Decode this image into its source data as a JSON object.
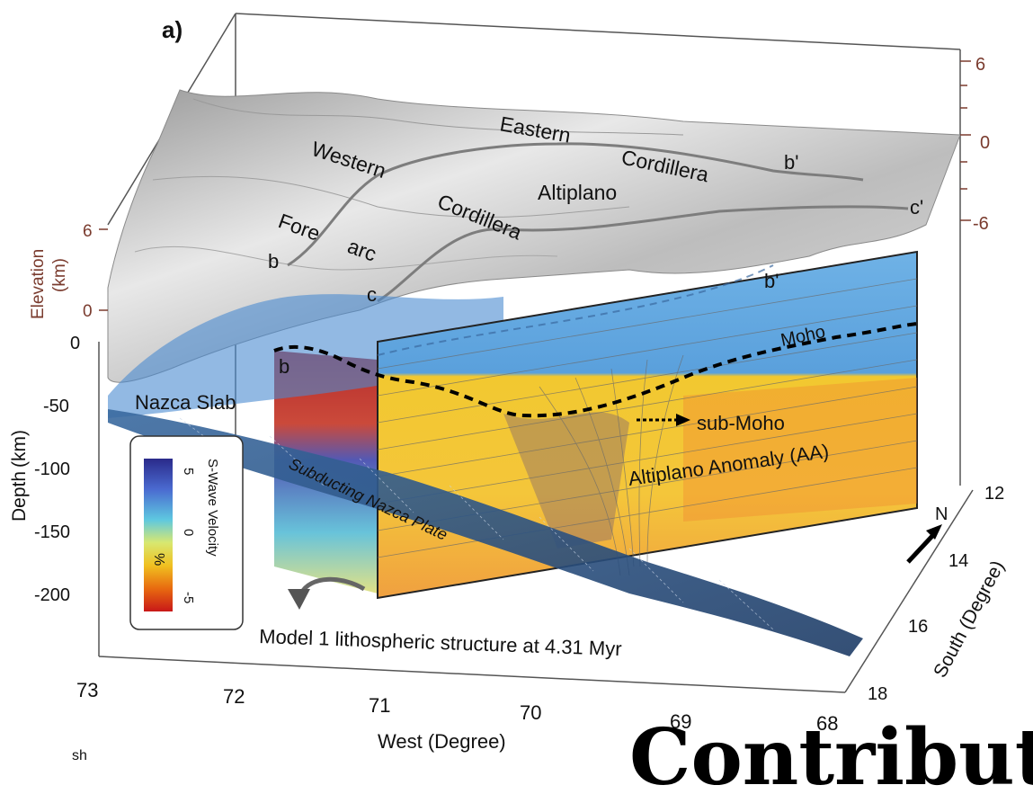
{
  "panel_label": "a)",
  "elevation_axis": {
    "title": "Elevation",
    "unit": "(km)",
    "left_ticks": [
      "6",
      "0"
    ],
    "right_ticks": [
      "6",
      "0",
      "-6"
    ]
  },
  "depth_axis": {
    "title": "Depth",
    "unit": "(km)",
    "ticks": [
      "0",
      "-50",
      "-100",
      "-150",
      "-200"
    ]
  },
  "west_axis": {
    "title": "West (Degree)",
    "ticks": [
      "73",
      "72",
      "71",
      "70",
      "69",
      "68"
    ]
  },
  "south_axis": {
    "title": "South (Degree)",
    "ticks": [
      "12",
      "14",
      "16",
      "18"
    ]
  },
  "region_labels": {
    "western": "Western",
    "cordillera_w": "Cordillera",
    "fore": "Fore",
    "arc": "arc",
    "eastern": "Eastern",
    "cordillera_e": "Cordillera",
    "altiplano": "Altiplano"
  },
  "profile_labels": {
    "b": "b",
    "b_prime": "b'",
    "c": "c",
    "c_prime": "c'",
    "b_section": "b",
    "b_prime_section": "b'"
  },
  "structure_labels": {
    "moho": "Moho",
    "nazca_slab": "Nazca Slab",
    "subducting_plate": "Subducting Nazca  Plate",
    "sub_moho": "sub-Moho",
    "altiplano_anomaly": "Altiplano Anomaly (AA)"
  },
  "north_label": "N",
  "colorbar": {
    "title": "S-Wave Velocity",
    "unit": "%",
    "top": "5",
    "mid": "0",
    "bottom": "-5",
    "colors": [
      "#2a2a8a",
      "#4a6ad0",
      "#5ec8e0",
      "#d8e870",
      "#f0c020",
      "#e86a10",
      "#c81818"
    ]
  },
  "caption": "Model 1 lithospheric structure at 4.31 Myr",
  "footer_small": "sh",
  "footer_large": "Contributi"
}
